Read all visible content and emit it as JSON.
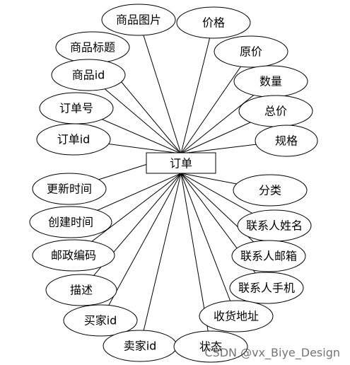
{
  "entity": {
    "label": "订单"
  },
  "attributes": [
    {
      "key": "product-image",
      "label": "商品图片"
    },
    {
      "key": "price",
      "label": "价格"
    },
    {
      "key": "product-title",
      "label": "商品标题"
    },
    {
      "key": "original-price",
      "label": "原价"
    },
    {
      "key": "product-id",
      "label": "商品id"
    },
    {
      "key": "quantity",
      "label": "数量"
    },
    {
      "key": "order-number",
      "label": "订单号"
    },
    {
      "key": "total-price",
      "label": "总价"
    },
    {
      "key": "order-id",
      "label": "订单id"
    },
    {
      "key": "specification",
      "label": "规格"
    },
    {
      "key": "update-time",
      "label": "更新时间"
    },
    {
      "key": "category",
      "label": "分类"
    },
    {
      "key": "create-time",
      "label": "创建时间"
    },
    {
      "key": "contact-name",
      "label": "联系人姓名"
    },
    {
      "key": "postal-code",
      "label": "邮政编码"
    },
    {
      "key": "contact-email",
      "label": "联系人邮箱"
    },
    {
      "key": "description",
      "label": "描述"
    },
    {
      "key": "contact-phone",
      "label": "联系人手机"
    },
    {
      "key": "buyer-id",
      "label": "买家id"
    },
    {
      "key": "shipping-address",
      "label": "收货地址"
    },
    {
      "key": "seller-id",
      "label": "卖家id"
    },
    {
      "key": "status",
      "label": "状态"
    }
  ],
  "watermark": "CSDN @vx_Biye_Design"
}
